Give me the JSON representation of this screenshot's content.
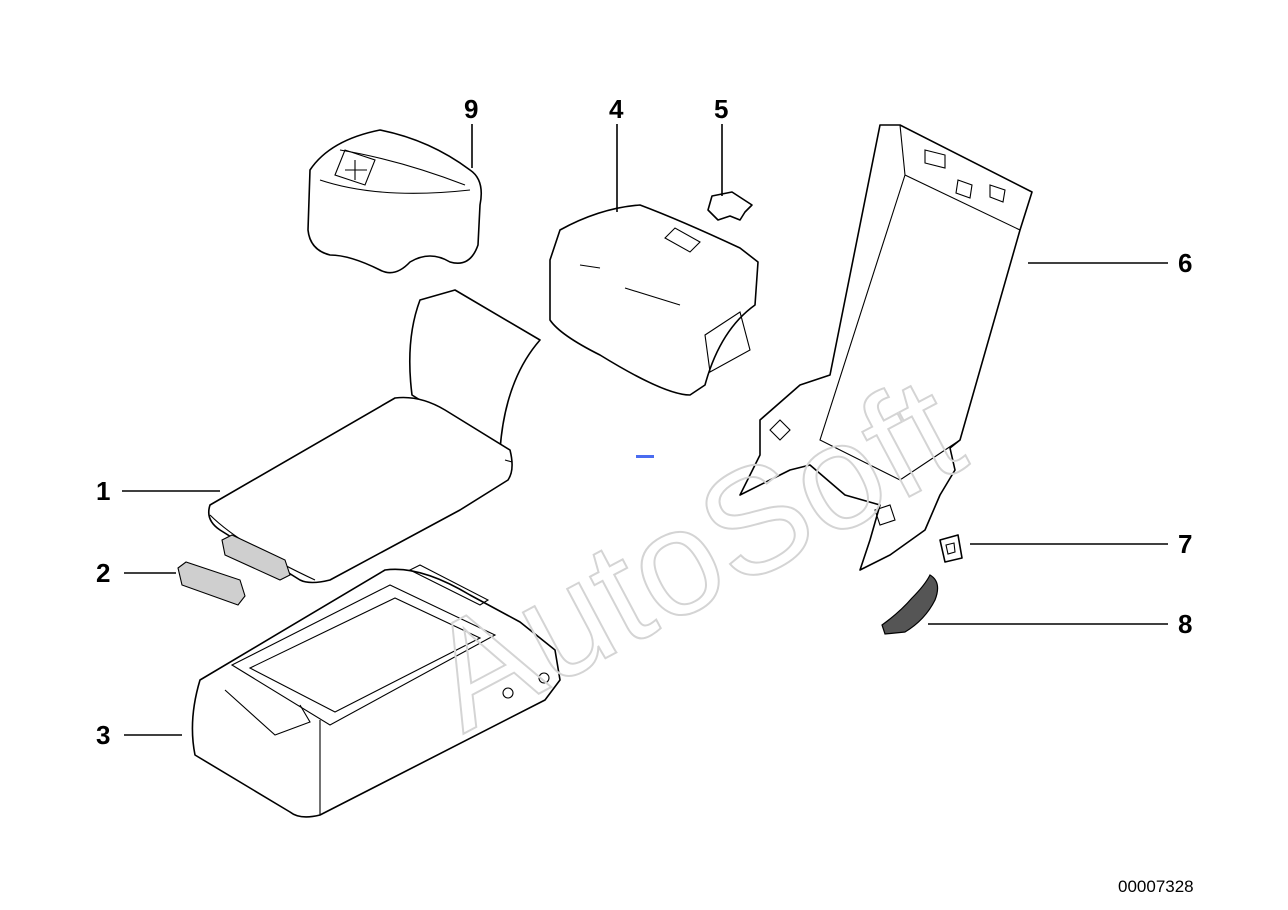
{
  "diagram": {
    "callouts": [
      {
        "id": "1",
        "label": "1"
      },
      {
        "id": "2",
        "label": "2"
      },
      {
        "id": "3",
        "label": "3"
      },
      {
        "id": "4",
        "label": "4"
      },
      {
        "id": "5",
        "label": "5"
      },
      {
        "id": "6",
        "label": "6"
      },
      {
        "id": "7",
        "label": "7"
      },
      {
        "id": "8",
        "label": "8"
      },
      {
        "id": "9",
        "label": "9"
      }
    ],
    "reference_number": "00007328",
    "watermark": "AutoSoft"
  }
}
